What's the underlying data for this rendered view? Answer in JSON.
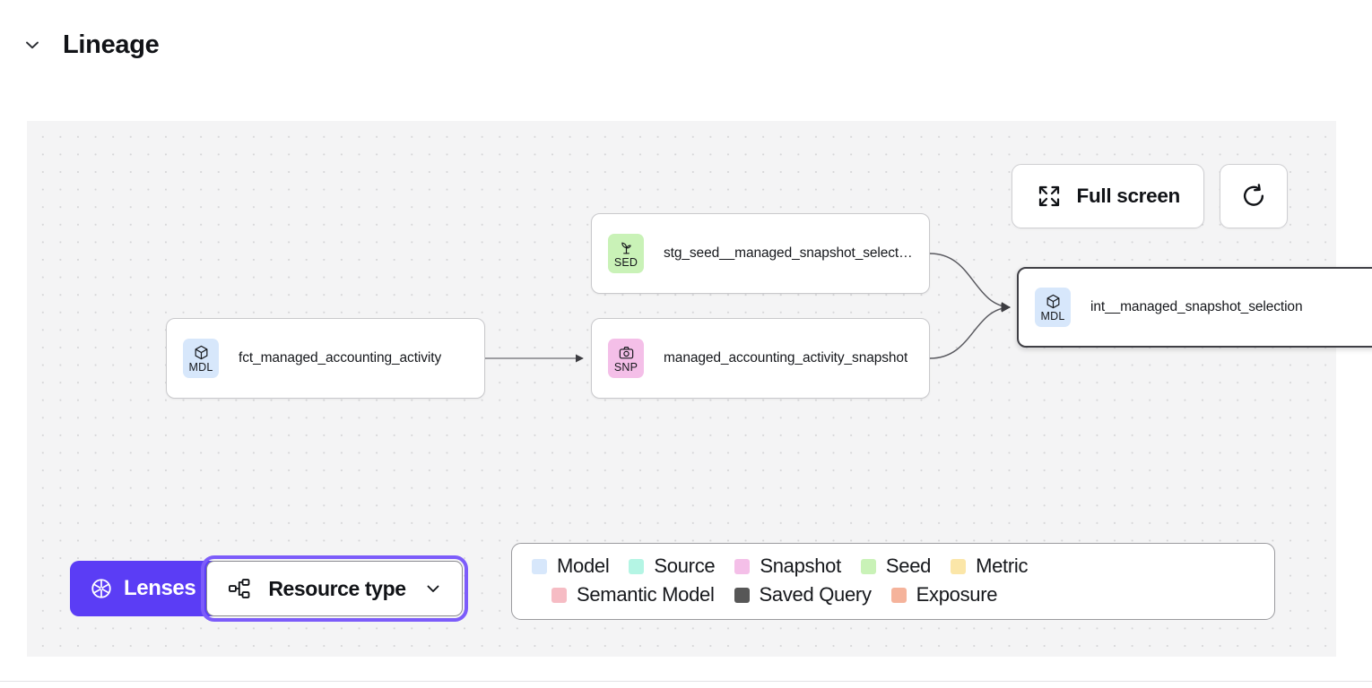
{
  "header": {
    "title": "Lineage",
    "collapse_icon": "chevron-down-icon"
  },
  "canvas": {
    "background_color": "#f4f4f5",
    "dot_color": "#d6d6d8"
  },
  "tools": {
    "fullscreen": {
      "label": "Full screen",
      "icon": "expand-arrows-icon"
    },
    "refresh": {
      "label": "",
      "icon": "refresh-icon"
    }
  },
  "nodes": [
    {
      "id": "fct",
      "label": "fct_managed_accounting_activity",
      "badge_abbr": "MDL",
      "badge_icon": "cube-icon",
      "resource_type": "Model",
      "badge_color": "#d7e7fb",
      "selected": false
    },
    {
      "id": "stg_seed",
      "label": "stg_seed__managed_snapshot_selecti...",
      "badge_abbr": "SED",
      "badge_icon": "sprout-icon",
      "resource_type": "Seed",
      "badge_color": "#c9f2b7",
      "selected": false
    },
    {
      "id": "snapshot",
      "label": "managed_accounting_activity_snapshot",
      "badge_abbr": "SNP",
      "badge_icon": "camera-icon",
      "resource_type": "Snapshot",
      "badge_color": "#f4bfe8",
      "selected": false
    },
    {
      "id": "int",
      "label": "int__managed_snapshot_selection",
      "badge_abbr": "MDL",
      "badge_icon": "cube-icon",
      "resource_type": "Model",
      "badge_color": "#d7e7fb",
      "selected": true
    }
  ],
  "controls": {
    "lenses": {
      "label": "Lenses",
      "icon": "aperture-icon",
      "color": "#5b3df5"
    },
    "resource_type": {
      "label": "Resource type",
      "icon": "hierarchy-icon",
      "chevron": "chevron-down-icon",
      "focused": true
    }
  },
  "legend": {
    "row1": [
      {
        "label": "Model",
        "color": "#d7e7fb"
      },
      {
        "label": "Source",
        "color": "#b4f5e4"
      },
      {
        "label": "Snapshot",
        "color": "#f4bfe8"
      },
      {
        "label": "Seed",
        "color": "#c9f2b7"
      },
      {
        "label": "Metric",
        "color": "#fbe6a8"
      }
    ],
    "row2": [
      {
        "label": "Semantic Model",
        "color": "#f6bcc4"
      },
      {
        "label": "Saved Query",
        "color": "#575757"
      },
      {
        "label": "Exposure",
        "color": "#f5b39b"
      }
    ]
  }
}
